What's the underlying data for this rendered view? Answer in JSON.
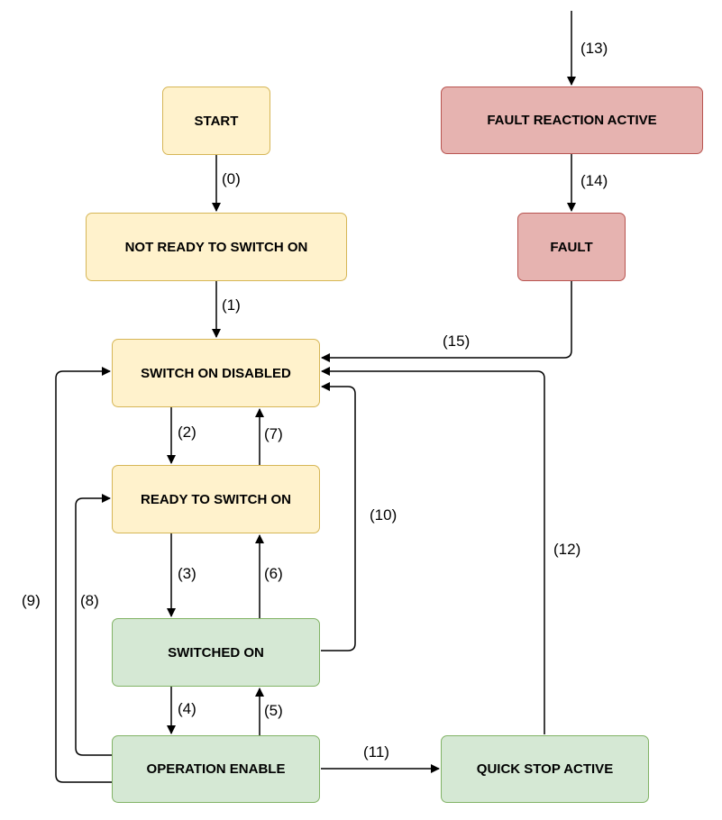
{
  "states": {
    "start": "START",
    "not_ready": "NOT READY TO SWITCH ON",
    "switch_on_disabled": "SWITCH ON DISABLED",
    "ready_to_switch_on": "READY TO SWITCH ON",
    "switched_on": "SWITCHED ON",
    "operation_enable": "OPERATION ENABLE",
    "quick_stop_active": "QUICK STOP ACTIVE",
    "fault_reaction_active": "FAULT REACTION ACTIVE",
    "fault": "FAULT"
  },
  "transitions": {
    "t0": "(0)",
    "t1": "(1)",
    "t2": "(2)",
    "t3": "(3)",
    "t4": "(4)",
    "t5": "(5)",
    "t6": "(6)",
    "t7": "(7)",
    "t8": "(8)",
    "t9": "(9)",
    "t10": "(10)",
    "t11": "(11)",
    "t12": "(12)",
    "t13": "(13)",
    "t14": "(14)",
    "t15": "(15)"
  },
  "colors": {
    "yellow_fill": "#fff2cc",
    "yellow_border": "#d6b656",
    "green_fill": "#d5e8d4",
    "green_border": "#82b366",
    "red_fill": "#e6b3b0",
    "red_border": "#b85450",
    "edge": "#000000"
  }
}
